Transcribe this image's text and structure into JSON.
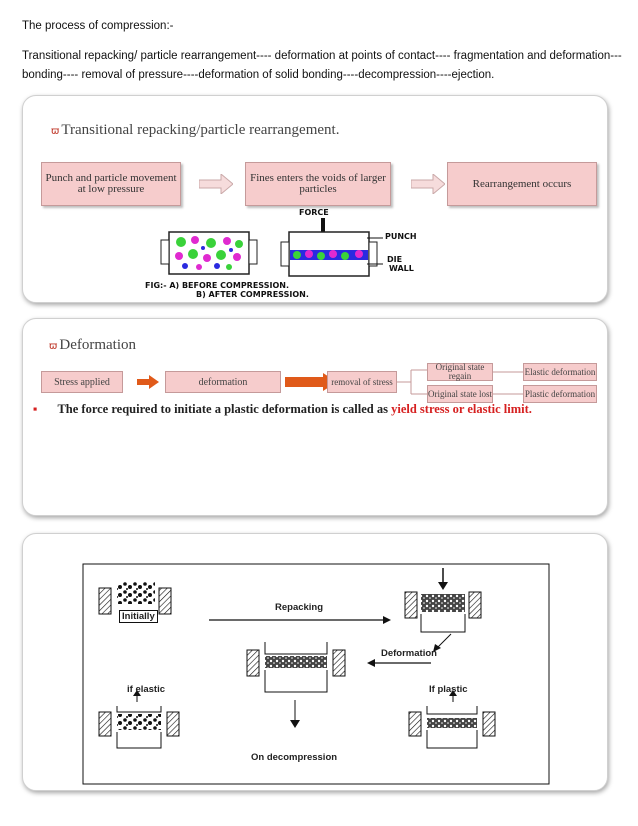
{
  "heading": "The process of compression:-",
  "paragraph": "Transitional repacking/ particle rearrangement---- deformation at points of contact---- fragmentation and deformation---bonding---- removal of pressure----deformation of solid bonding----decompression----ejection.",
  "slide1": {
    "title": "Transitional repacking/particle rearrangement.",
    "boxes": [
      "Punch and particle movement at low pressure",
      "Fines enters the voids of larger particles",
      "Rearrangement occurs"
    ],
    "labels": {
      "force": "FORCE",
      "punch": "PUNCH",
      "die": "DIE",
      "wall": "WALL"
    },
    "caption_line1": "FIG:- A) BEFORE COMPRESSION.",
    "caption_line2": "B) AFTER COMPRESSION."
  },
  "slide2": {
    "title": "Deformation",
    "stress": "Stress applied",
    "deformation": "deformation",
    "removal": "removal of stress",
    "regain": "Original state regain",
    "lost": "Original state lost",
    "elastic": "Elastic deformation",
    "plastic": "Plastic deformation",
    "text_prefix": "The force required to initiate a plastic deformation is called as",
    "text_highlight": "yield stress or elastic limit."
  },
  "slide3": {
    "initially": "Initially",
    "repacking": "Repacking",
    "deformation": "Deformation",
    "if_elastic": "if elastic",
    "if_plastic": "If plastic",
    "on_decompression": "On decompression"
  },
  "colors": {
    "pink_box": "#f6cccc",
    "arrow_orange": "#e05a1a",
    "highlight_red": "#d62020"
  }
}
